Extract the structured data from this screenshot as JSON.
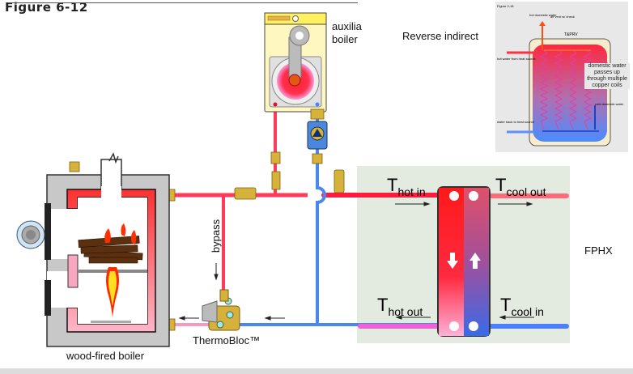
{
  "figure": {
    "label": "Figure 6-12"
  },
  "labels": {
    "aux_boiler_line1": "auxilia",
    "aux_boiler_line2": "boiler",
    "reverse_indirect": "Reverse indirect",
    "fphx": "FPHX",
    "wood_boiler": "wood-fired boiler",
    "thermobloc": "ThermoBloc™",
    "bypass": "bypass"
  },
  "hx": {
    "t": "T",
    "hot_in": "hot in",
    "cool_out": "cool out",
    "hot_out": "hot out",
    "cool_in": "cool in"
  },
  "inset": {
    "figure_label": "Figure 2-18",
    "hot_domestic_water": "hot domestic water",
    "air_vent": "air vent w/ check",
    "tprv": "T&PRV",
    "hot_water_from": "hot water from heat source",
    "domestic_coils": "domestic water passes up through multiple copper coils",
    "cold_domestic": "cold domestic water",
    "water_back": "water back to heat source"
  },
  "colors": {
    "hot": "#ff3355",
    "cool": "#4a7ff0",
    "return_pink": "#f28ab0",
    "panel": "#e3ebe1",
    "brass": "#d6b23a"
  }
}
